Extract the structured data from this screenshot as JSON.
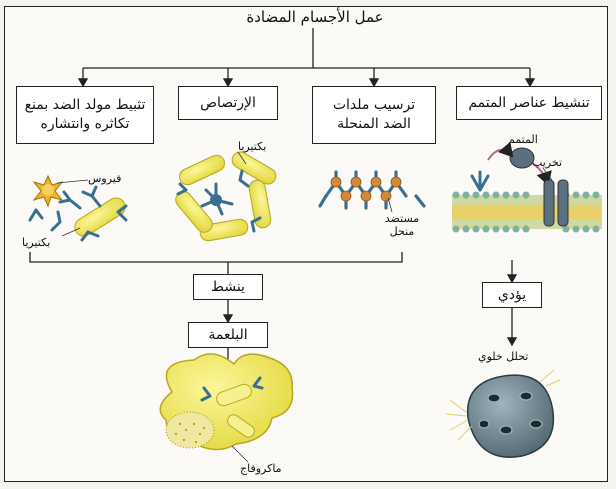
{
  "title": "عمل الأجسام المضادة",
  "mechanisms": [
    {
      "label": "تثبيط مولد الضد بمنع تكاثره وانتشاره"
    },
    {
      "label": "الإرتصاص"
    },
    {
      "label": "ترسيب ملدات الضد المنحلة"
    },
    {
      "label": "تنشيط عناصر المتمم"
    }
  ],
  "activates_label": "ينشط",
  "phagocytosis_label": "البلعمة",
  "leads_to_label": "يؤدي",
  "figure_labels": {
    "virus": "فيروس",
    "bacteria_1": "بكتيريا",
    "bacteria_2": "بكتيريا",
    "soluble_antigen": "مستضد منحل",
    "complement": "المتمم",
    "destruction": "تخريب",
    "cell_lysis": "تحلل خلوي",
    "macrophage": "ماكروفاج"
  }
}
